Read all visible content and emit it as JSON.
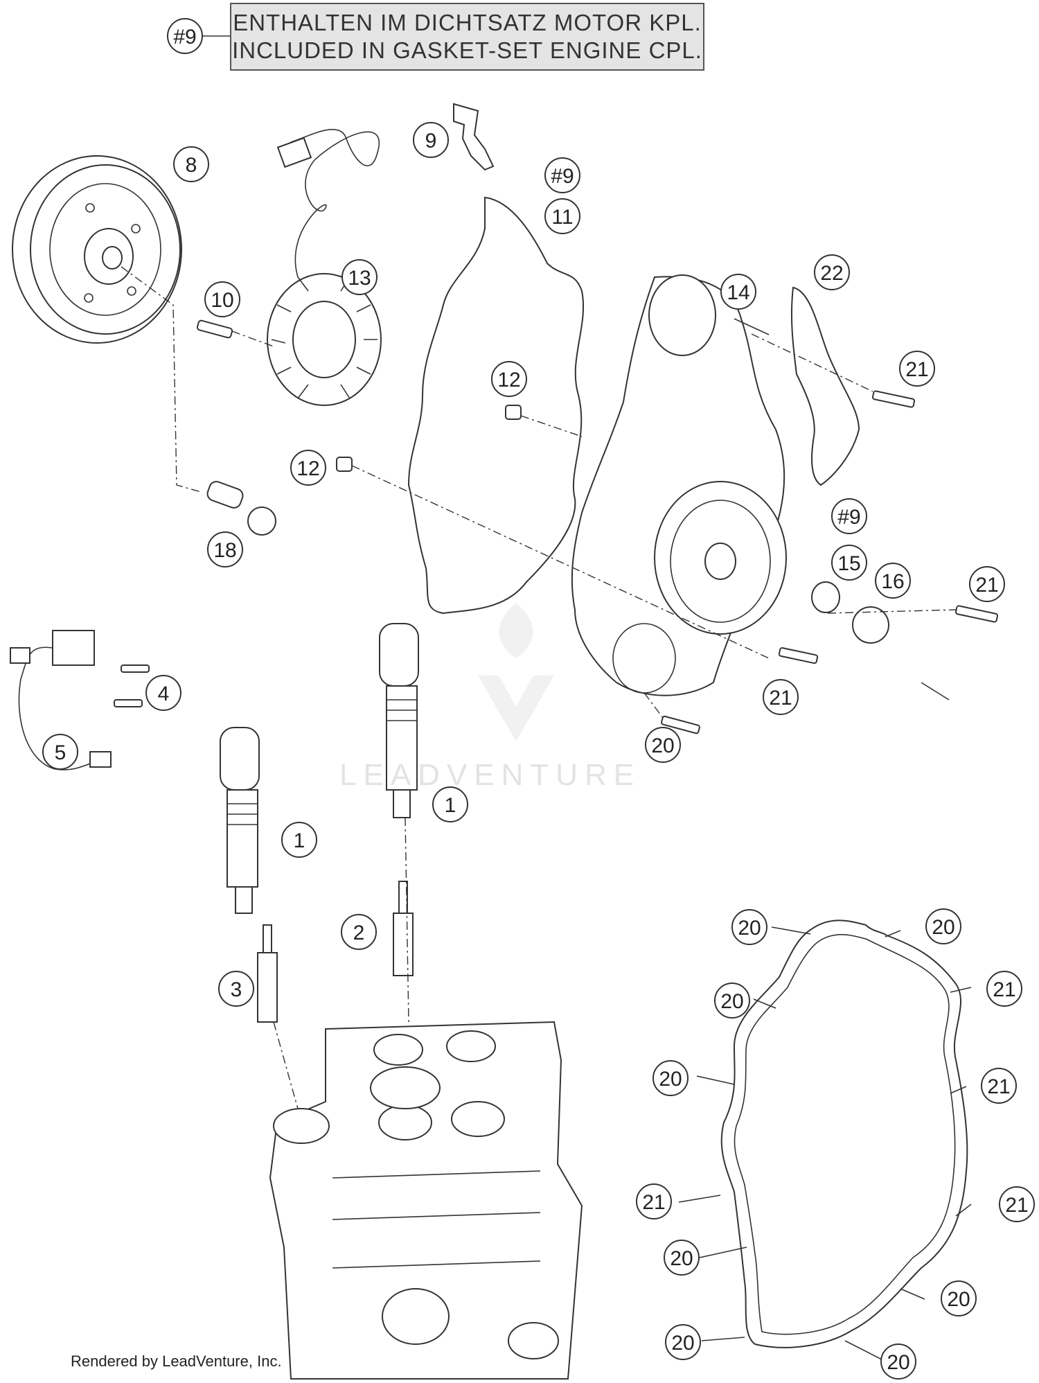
{
  "note": {
    "ref": "#9",
    "line_de": "ENTHALTEN IM DICHTSATZ MOTOR KPL.",
    "line_en": "INCLUDED IN GASKET-SET ENGINE CPL."
  },
  "watermark": "LEADVENTURE",
  "credit": "Rendered by LeadVenture, Inc.",
  "callouts": [
    {
      "label": "8"
    },
    {
      "label": "9"
    },
    {
      "label": "#9"
    },
    {
      "label": "11"
    },
    {
      "label": "13"
    },
    {
      "label": "10"
    },
    {
      "label": "14"
    },
    {
      "label": "22"
    },
    {
      "label": "12"
    },
    {
      "label": "21"
    },
    {
      "label": "12"
    },
    {
      "label": "#9"
    },
    {
      "label": "15"
    },
    {
      "label": "16"
    },
    {
      "label": "21"
    },
    {
      "label": "18"
    },
    {
      "label": "4"
    },
    {
      "label": "21"
    },
    {
      "label": "5"
    },
    {
      "label": "20"
    },
    {
      "label": "1"
    },
    {
      "label": "1"
    },
    {
      "label": "2"
    },
    {
      "label": "3"
    },
    {
      "label": "20"
    },
    {
      "label": "20"
    },
    {
      "label": "20"
    },
    {
      "label": "21"
    },
    {
      "label": "20"
    },
    {
      "label": "21"
    },
    {
      "label": "21"
    },
    {
      "label": "21"
    },
    {
      "label": "20"
    },
    {
      "label": "20"
    },
    {
      "label": "20"
    },
    {
      "label": "20"
    }
  ]
}
